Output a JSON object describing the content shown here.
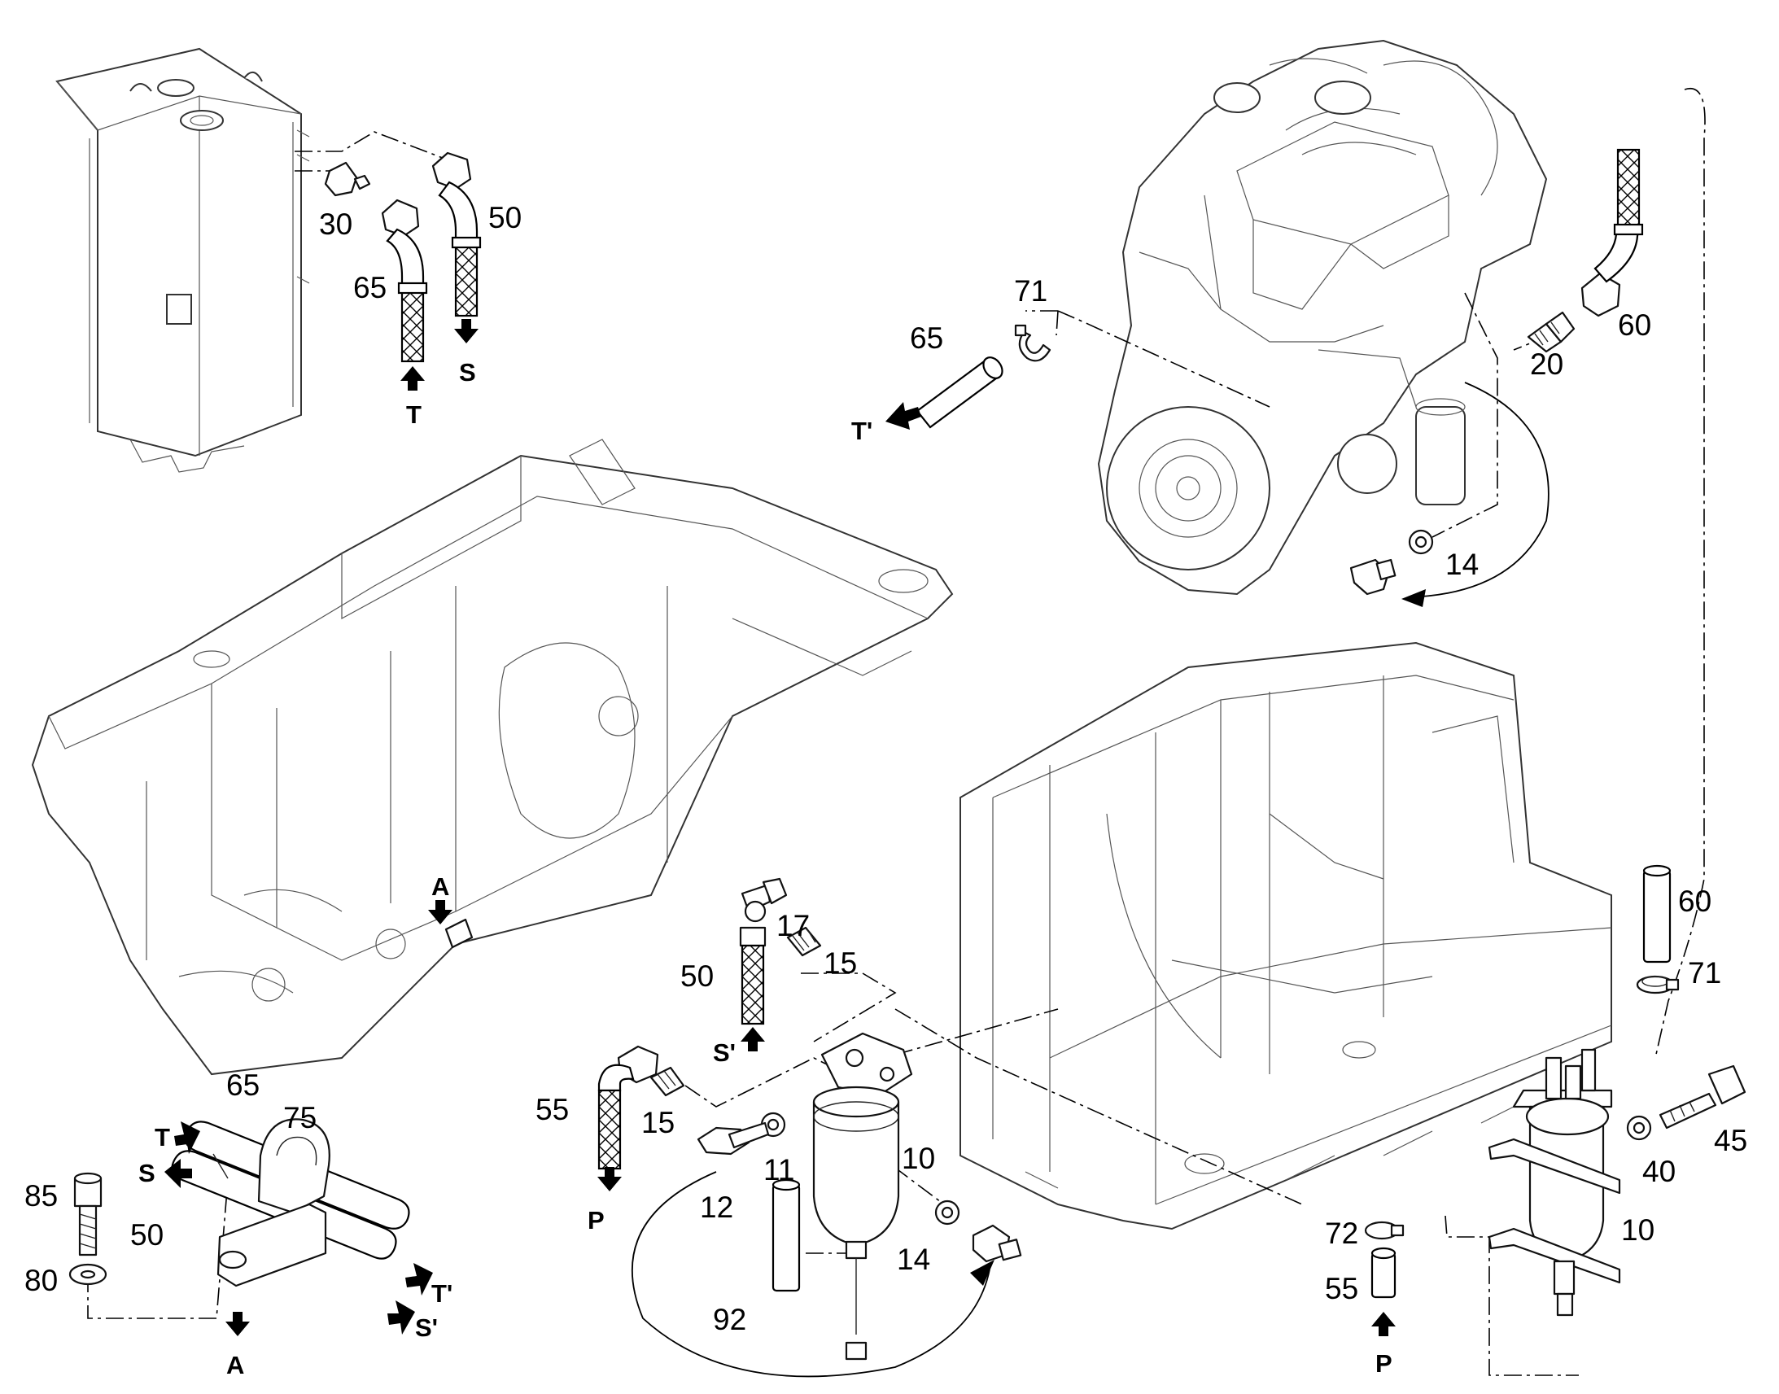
{
  "callouts": {
    "tank_30": "30",
    "tank_65": "65",
    "tank_50": "50",
    "tank_T": "T",
    "tank_S": "S",
    "eng_71": "71",
    "eng_65": "65",
    "eng_Tp": "T'",
    "eng_20": "20",
    "eng_60": "60",
    "eng_14": "14",
    "left_A": "A",
    "mid_17": "17",
    "mid_15a": "15",
    "mid_50": "50",
    "mid_Sp": "S'",
    "mid_55": "55",
    "mid_15b": "15",
    "mid_P": "P",
    "mid_11": "11",
    "mid_10": "10",
    "mid_12": "12",
    "mid_14": "14",
    "mid_92": "92",
    "clamp_65": "65",
    "clamp_75": "75",
    "clamp_T": "T",
    "clamp_S": "S",
    "clamp_50": "50",
    "clamp_85": "85",
    "clamp_80": "80",
    "clamp_A": "A",
    "clamp_Tp": "T'",
    "clamp_Sp": "S'",
    "right_60": "60",
    "right_71": "71",
    "right_45": "45",
    "right_40": "40",
    "right_10": "10",
    "right_72": "72",
    "right_55": "55",
    "right_P": "P"
  },
  "colors": {
    "line": "#000000",
    "background": "#ffffff"
  }
}
